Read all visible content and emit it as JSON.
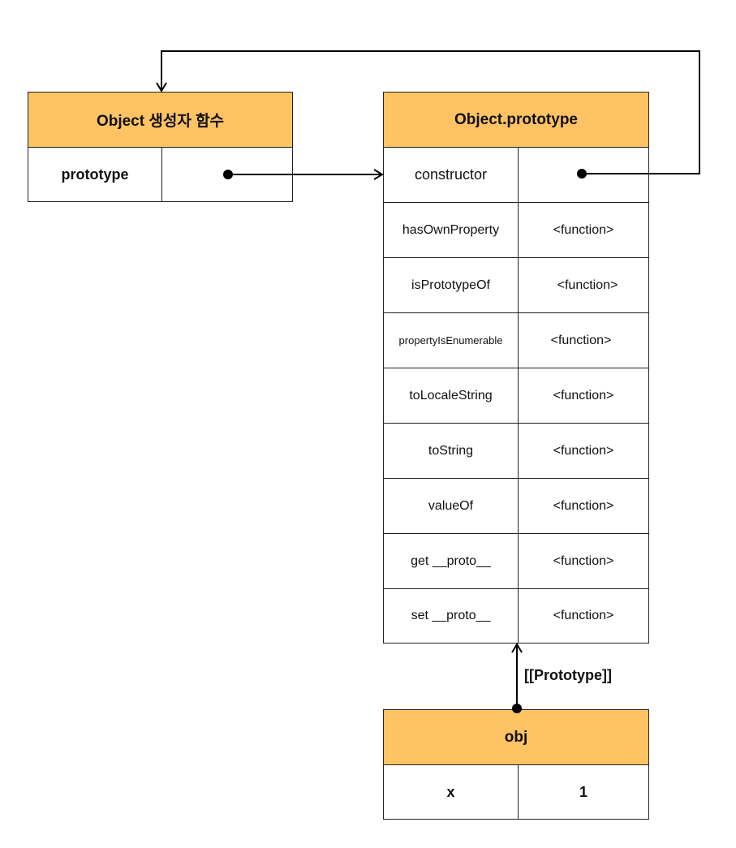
{
  "constructor_box": {
    "title": "Object 생성자 함수",
    "row": {
      "key": "prototype",
      "value": ""
    }
  },
  "prototype_box": {
    "title": "Object.prototype",
    "rows": [
      {
        "key": "constructor",
        "value": ""
      },
      {
        "key": "hasOwnProperty",
        "value": "<function>"
      },
      {
        "key": "isPrototypeOf",
        "value": "<function>"
      },
      {
        "key": "propertyIsEnumerable",
        "value": "<function>"
      },
      {
        "key": "toLocaleString",
        "value": "<function>"
      },
      {
        "key": "toString",
        "value": "<function>"
      },
      {
        "key": "valueOf",
        "value": "<function>"
      },
      {
        "key": "get __proto__",
        "value": "<function>"
      },
      {
        "key": "set __proto__",
        "value": "<function>"
      }
    ]
  },
  "obj_box": {
    "title": "obj",
    "row": {
      "key": "x",
      "value": "1"
    }
  },
  "prototype_link_label": "[[Prototype]]",
  "colors": {
    "header_fill": "#ffc363",
    "line": "#000000"
  }
}
